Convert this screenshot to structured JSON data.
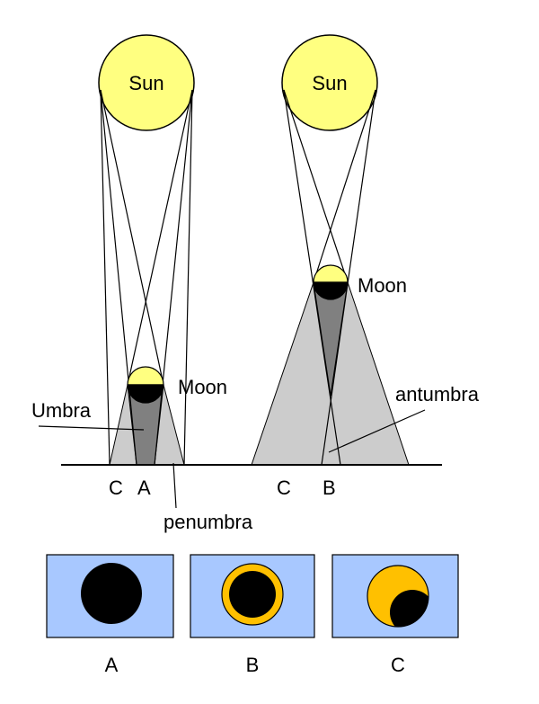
{
  "labels": {
    "sun": "Sun",
    "moon": "Moon",
    "umbra": "Umbra",
    "penumbra": "penumbra",
    "antumbra": "antumbra",
    "point_a": "A",
    "point_b": "B",
    "point_c": "C"
  },
  "panels": [
    {
      "id": "A",
      "label": "A",
      "eclipse": "total"
    },
    {
      "id": "B",
      "label": "B",
      "eclipse": "annular"
    },
    {
      "id": "C",
      "label": "C",
      "eclipse": "partial"
    }
  ],
  "colors": {
    "sun": "#ffff80",
    "moon_lit": "#ffff80",
    "moon_dark": "#000000",
    "umbra": "#808080",
    "penumbra": "#cccccc",
    "panel_sky": "#a8c8ff",
    "sun_disc": "#ffc000",
    "line": "#000000"
  }
}
